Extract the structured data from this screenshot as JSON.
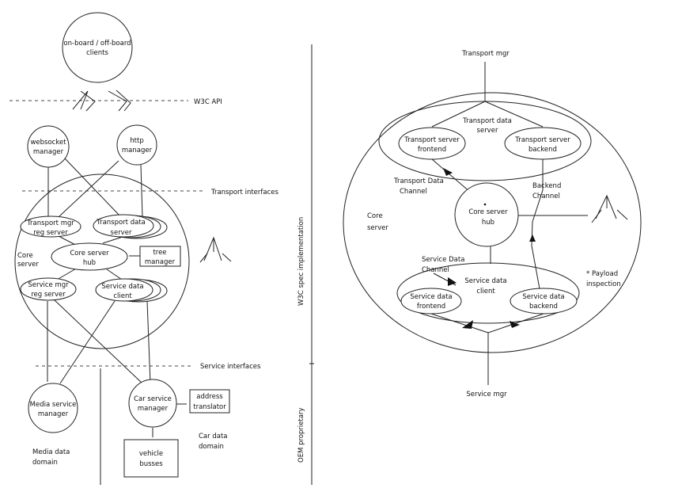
{
  "left": {
    "clients": [
      "on-board / off-board",
      "clients"
    ],
    "w3c_api": "W3C API",
    "websocket_manager": [
      "websocket",
      "manager"
    ],
    "http_manager": [
      "http",
      "manager"
    ],
    "transport_interfaces": "Transport interfaces",
    "transport_mgr_reg_server": [
      "Transport mgr",
      "reg server"
    ],
    "transport_data_server": [
      "Transport data",
      "server"
    ],
    "core_server_label": [
      "Core",
      "server"
    ],
    "core_server_hub": [
      "Core server",
      "hub"
    ],
    "tree_manager": [
      "tree",
      "manager"
    ],
    "service_mgr_reg_server": [
      "Service mgr",
      "reg server"
    ],
    "service_data_client": [
      "Service data",
      "client"
    ],
    "service_interfaces": "Service interfaces",
    "media_service_manager": [
      "Media service",
      "manager"
    ],
    "car_service_manager": [
      "Car service",
      "manager"
    ],
    "address_translator": [
      "address",
      "translator"
    ],
    "vehicle_busses": [
      "vehicle",
      "busses"
    ],
    "media_data_domain": [
      "Media data",
      "domain"
    ],
    "car_data_domain": [
      "Car data",
      "domain"
    ]
  },
  "divider": {
    "top_label": "W3C spec implementation",
    "bottom_label": "OEM proprietary"
  },
  "right": {
    "transport_mgr": "Transport mgr",
    "transport_data_server": [
      "Transport data",
      "server"
    ],
    "transport_server_frontend": [
      "Transport server",
      "frontend"
    ],
    "transport_server_backend": [
      "Transport server",
      "backend"
    ],
    "transport_data_channel": [
      "Transport Data",
      "Channel"
    ],
    "backend_channel": [
      "Backend",
      "Channel"
    ],
    "core_server_label": [
      "Core",
      "server"
    ],
    "core_server_hub": [
      "Core server",
      "hub"
    ],
    "service_data_channel": [
      "Service Data",
      "Channel"
    ],
    "service_data_client": [
      "Service data",
      "client"
    ],
    "payload_inspection": [
      "* Payload",
      "inspection"
    ],
    "service_data_frontend": [
      "Service data",
      "frontend"
    ],
    "service_data_backend": [
      "Service data",
      "backend"
    ],
    "service_mgr": "Service mgr"
  }
}
